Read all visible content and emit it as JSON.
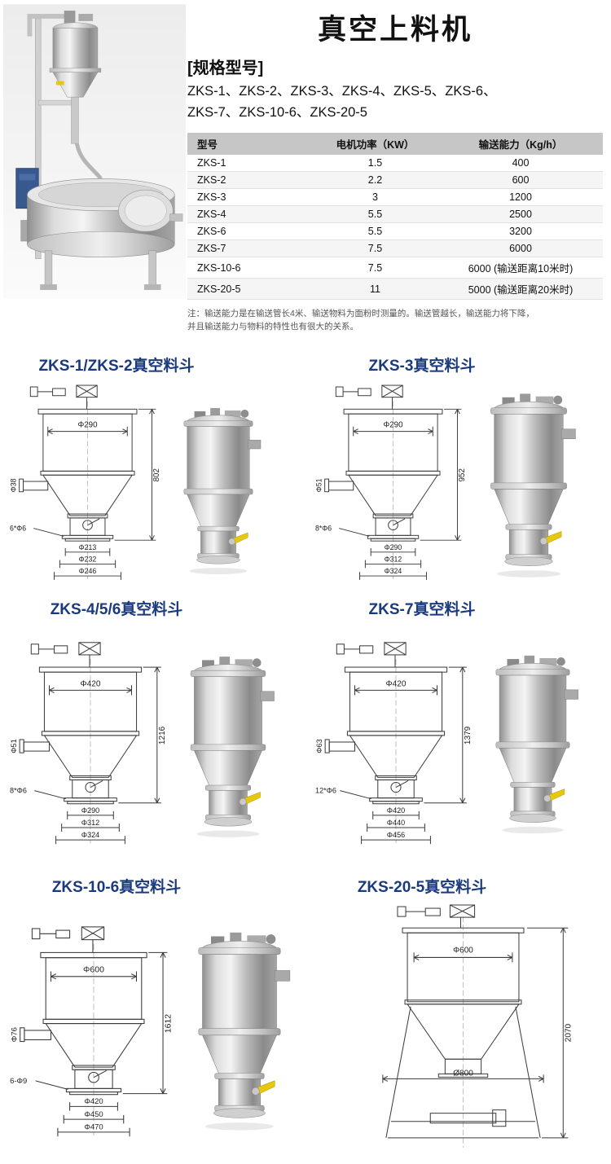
{
  "header": {
    "title": "真空上料机",
    "spec_label": "[规格型号]",
    "models_line1": "ZKS-1、ZKS-2、ZKS-3、ZKS-4、ZKS-5、ZKS-6、",
    "models_line2": "ZKS-7、ZKS-10-6、ZKS-20-5"
  },
  "spec_table": {
    "headers": [
      "型号",
      "电机功率（KW）",
      "输送能力（Kg/h）"
    ],
    "rows": [
      [
        "ZKS-1",
        "1.5",
        "400"
      ],
      [
        "ZKS-2",
        "2.2",
        "600"
      ],
      [
        "ZKS-3",
        "3",
        "1200"
      ],
      [
        "ZKS-4",
        "5.5",
        "2500"
      ],
      [
        "ZKS-6",
        "5.5",
        "3200"
      ],
      [
        "ZKS-7",
        "7.5",
        "6000"
      ],
      [
        "ZKS-10-6",
        "7.5",
        "6000 (输送距离10米时)"
      ],
      [
        "ZKS-20-5",
        "11",
        "5000 (输送距离20米时)"
      ]
    ],
    "note_line1": "注：输送能力是在输送管长4米、输送物料为面粉时测量的。输送管越长，输送能力将下降，",
    "note_line2": "并且输送能力与物料的特性也有很大的关系。"
  },
  "sections": [
    {
      "title": "ZKS-1/ZKS-2真空料斗",
      "dims": {
        "top_dia": "Φ290",
        "height": "802",
        "inlet_dia": "Φ38",
        "bolts": "6*Φ6",
        "flange1": "Φ213",
        "flange2": "Φ232",
        "flange3": "Φ246"
      }
    },
    {
      "title": "ZKS-3真空料斗",
      "dims": {
        "top_dia": "Φ290",
        "height": "952",
        "inlet_dia": "Φ51",
        "bolts": "8*Φ6",
        "flange1": "Φ290",
        "flange2": "Φ312",
        "flange3": "Φ324"
      }
    },
    {
      "title": "ZKS-4/5/6真空料斗",
      "dims": {
        "top_dia": "Φ420",
        "height": "1216",
        "inlet_dia": "Φ51",
        "bolts": "8*Φ6",
        "flange1": "Φ290",
        "flange2": "Φ312",
        "flange3": "Φ324"
      }
    },
    {
      "title": "ZKS-7真空料斗",
      "dims": {
        "top_dia": "Φ420",
        "height": "1379",
        "inlet_dia": "Φ63",
        "bolts": "12*Φ6",
        "flange1": "Φ420",
        "flange2": "Φ440",
        "flange3": "Φ456"
      }
    },
    {
      "title": "ZKS-10-6真空料斗",
      "dims": {
        "top_dia": "Φ600",
        "height": "1612",
        "inlet_dia": "Φ76",
        "bolts": "6-Φ9",
        "flange1": "Φ420",
        "flange2": "Φ450",
        "flange3": "Φ470"
      }
    },
    {
      "title": "ZKS-20-5真空料斗",
      "dims": {
        "top_dia": "Φ600",
        "mid_dia": "Ø800",
        "height": "2070"
      }
    }
  ]
}
